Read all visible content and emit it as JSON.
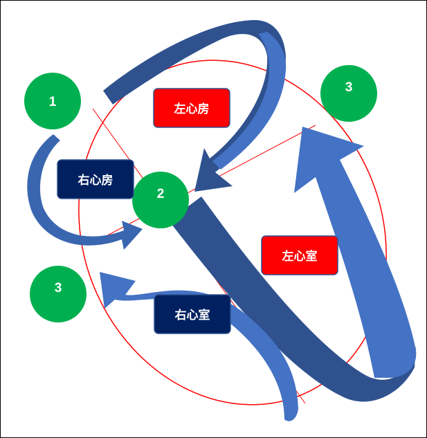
{
  "colors": {
    "arrow_light": "#4472C4",
    "arrow_dark": "#2F528F",
    "circle_green": "#00B050",
    "outline_red": "#FF0000",
    "label_navy": "#002060",
    "label_red": "#FF0000"
  },
  "markers": {
    "m1": "1",
    "m2": "2",
    "m3_top": "3",
    "m3_bottom": "3"
  },
  "labels": {
    "left_atrium": "左心房",
    "right_atrium": "右心房",
    "left_ventricle": "左心室",
    "right_ventricle": "右心室"
  }
}
